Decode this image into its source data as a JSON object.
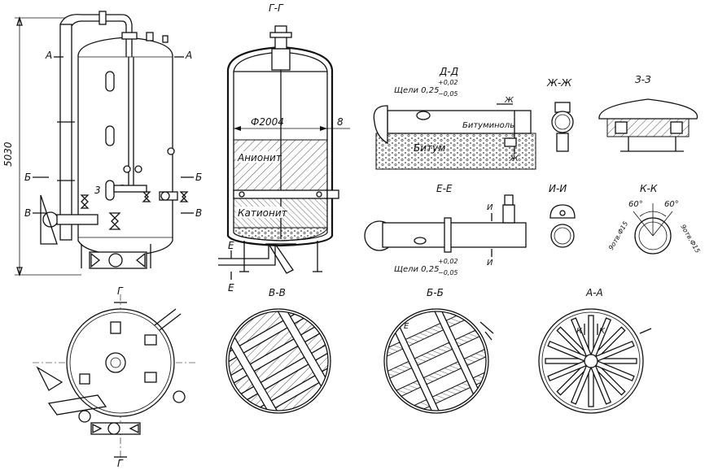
{
  "dimensions": {
    "height_5030": "5030",
    "diameter_2004": "Ф2004",
    "wall_8": "8",
    "slot_left": "Щели 0,25",
    "slot_tol_plus": "+0,02",
    "slot_tol_minus": "−0,05",
    "angle_left": "60°",
    "angle_right": "60°",
    "pipe_left": "9отв.Ф15",
    "pipe_right": "9отв.Ф15",
    "num_3a": "3",
    "num_3b": "3"
  },
  "section_marks": {
    "A": "А",
    "B": "Б",
    "V": "В",
    "G": "Г",
    "E": "Е",
    "Zh": "Ж",
    "I": "И",
    "K": "К"
  },
  "section_titles": {
    "gg": "Г-Г",
    "dd": "Д-Д",
    "zhzh": "Ж-Ж",
    "zz": "З-З",
    "ee": "Е-Е",
    "ii": "И-И",
    "kk": "К-К",
    "vv": "В-В",
    "bb": "Б-Б",
    "aa": "А-А"
  },
  "materials": {
    "anionite": "Анионит",
    "cationite": "Катионит",
    "bitumen": "Битум",
    "bituminol": "Битуминоль"
  }
}
